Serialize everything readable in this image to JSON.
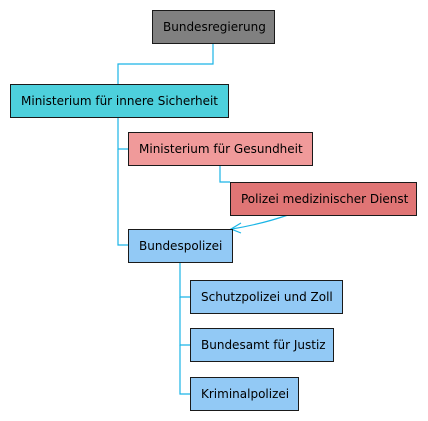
{
  "colors": {
    "connector": "#1ab5e6",
    "root": "#808080",
    "ministry": "#4dd0dc",
    "health": "#f09a9a",
    "medical": "#e07575",
    "police": "#92c9f5",
    "border": "#1a1a1a"
  },
  "nodes": {
    "bundesregierung": "Bundesregierung",
    "ministerium_innere_sicherheit": "Ministerium für innere Sicherheit",
    "ministerium_gesundheit": "Ministerium für Gesundheit",
    "polizei_medizinischer_dienst": "Polizei medizinischer Dienst",
    "bundespolizei": "Bundespolizei",
    "schutzpolizei_zoll": "Schutzpolizei und Zoll",
    "bundesamt_justiz": "Bundesamt für Justiz",
    "kriminalpolizei": "Kriminalpolizei"
  },
  "edges": [
    {
      "from": "bundesregierung",
      "to": "ministerium_innere_sicherheit",
      "kind": "tree"
    },
    {
      "from": "ministerium_innere_sicherheit",
      "to": "ministerium_gesundheit",
      "kind": "tree"
    },
    {
      "from": "ministerium_gesundheit",
      "to": "polizei_medizinischer_dienst",
      "kind": "tree"
    },
    {
      "from": "ministerium_innere_sicherheit",
      "to": "bundespolizei",
      "kind": "tree"
    },
    {
      "from": "bundespolizei",
      "to": "schutzpolizei_zoll",
      "kind": "tree"
    },
    {
      "from": "bundespolizei",
      "to": "bundesamt_justiz",
      "kind": "tree"
    },
    {
      "from": "bundespolizei",
      "to": "kriminalpolizei",
      "kind": "tree"
    },
    {
      "from": "polizei_medizinischer_dienst",
      "to": "bundespolizei",
      "kind": "arrow"
    }
  ]
}
